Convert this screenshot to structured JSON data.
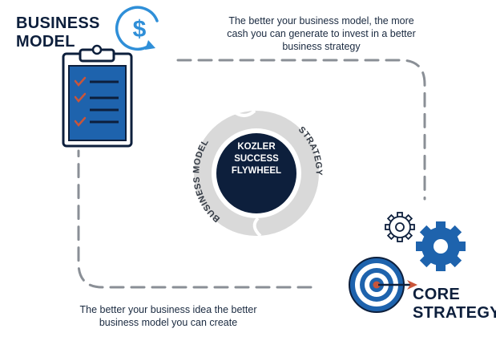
{
  "business_model": {
    "title_line1": "BUSINESS",
    "title_line2": "MODEL"
  },
  "core_strategy": {
    "title_line1": "CORE",
    "title_line2": "STRATEGY"
  },
  "caption_top": {
    "line1": "The better your business model, the more",
    "line2": "cash you can generate to invest in a better",
    "line3": "business strategy"
  },
  "caption_bottom": {
    "line1": "The better your business idea the better",
    "line2": "business model you can create"
  },
  "flywheel": {
    "center_line1": "KOZLER",
    "center_line2": "SUCCESS",
    "center_line3": "FLYWHEEL",
    "left_label": "BUSINESS MODEL",
    "right_label": "STRATEGY"
  },
  "icons": {
    "dollar": "dollar-refresh-icon",
    "clipboard": "clipboard-checklist-icon",
    "gears": "gears-icon",
    "target": "target-arrow-icon"
  },
  "colors": {
    "navy": "#0d1f3c",
    "blue": "#1e63ad",
    "ring_gray": "#d9d9d9",
    "dash_gray": "#8a8f96",
    "check_red": "#c9553a"
  }
}
